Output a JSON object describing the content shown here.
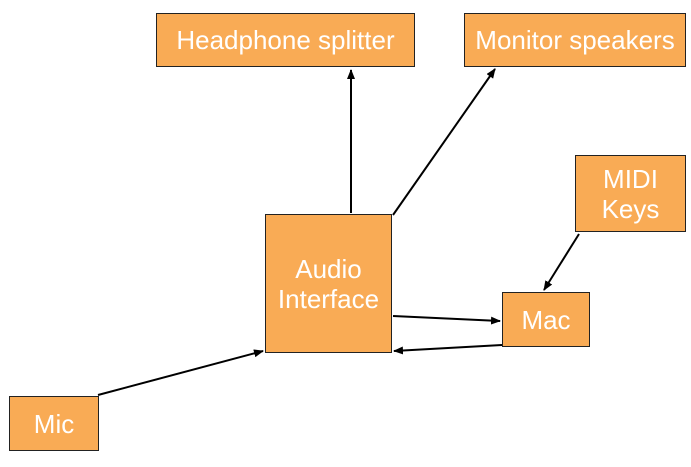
{
  "nodes": {
    "headphone_splitter": {
      "label": "Headphone splitter"
    },
    "monitor_speakers": {
      "label": "Monitor speakers"
    },
    "midi_keys": {
      "line1": "MIDI",
      "line2": "Keys"
    },
    "audio_interface": {
      "line1": "Audio",
      "line2": "Interface"
    },
    "mac": {
      "label": "Mac"
    },
    "mic": {
      "label": "Mic"
    }
  },
  "colors": {
    "box_fill": "#f9ab55",
    "box_text": "#ffffff",
    "edge": "#000000"
  },
  "edges": [
    {
      "from": "audio_interface",
      "to": "headphone_splitter"
    },
    {
      "from": "audio_interface",
      "to": "monitor_speakers"
    },
    {
      "from": "midi_keys",
      "to": "mac"
    },
    {
      "from": "audio_interface",
      "to": "mac"
    },
    {
      "from": "mac",
      "to": "audio_interface"
    },
    {
      "from": "mic",
      "to": "audio_interface"
    }
  ]
}
